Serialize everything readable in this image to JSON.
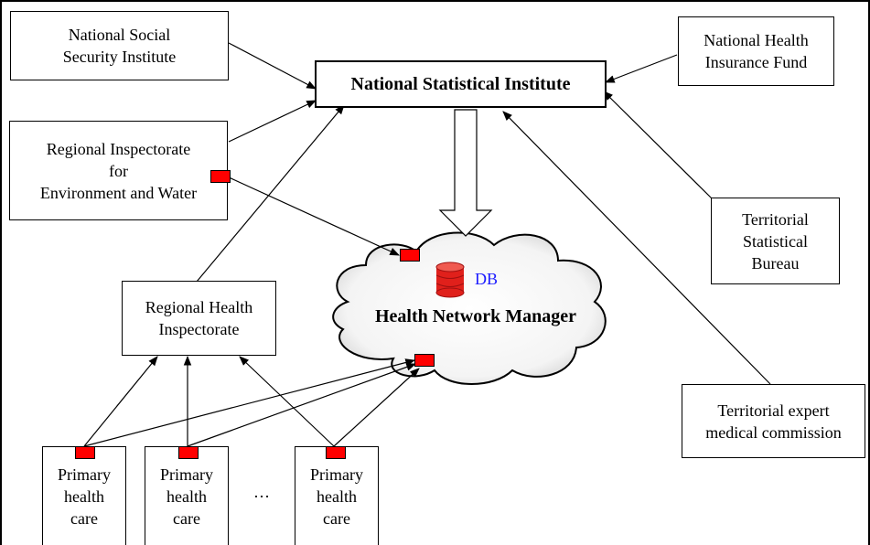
{
  "nodes": {
    "nssi": "National Social\nSecurity Institute",
    "nsi": "National Statistical Institute",
    "nhif": "National Health\nInsurance Fund",
    "riew": "Regional Inspectorate\nfor\nEnvironment and Water",
    "tsb": "Territorial\nStatistical\nBureau",
    "rhi": "Regional Health\nInspectorate",
    "temc": "Territorial expert\nmedical commission",
    "phc1": "Primary\nhealth\ncare",
    "phc2": "Primary\nhealth\ncare",
    "phc3": "Primary\nhealth\ncare",
    "ellipsis": "…"
  },
  "cloud": {
    "title": "Health Network Manager",
    "db_label": "DB"
  },
  "colors": {
    "tag": "#ff0000",
    "db": "#e0201b",
    "db_label": "#1a1aff",
    "line": "#000000"
  }
}
